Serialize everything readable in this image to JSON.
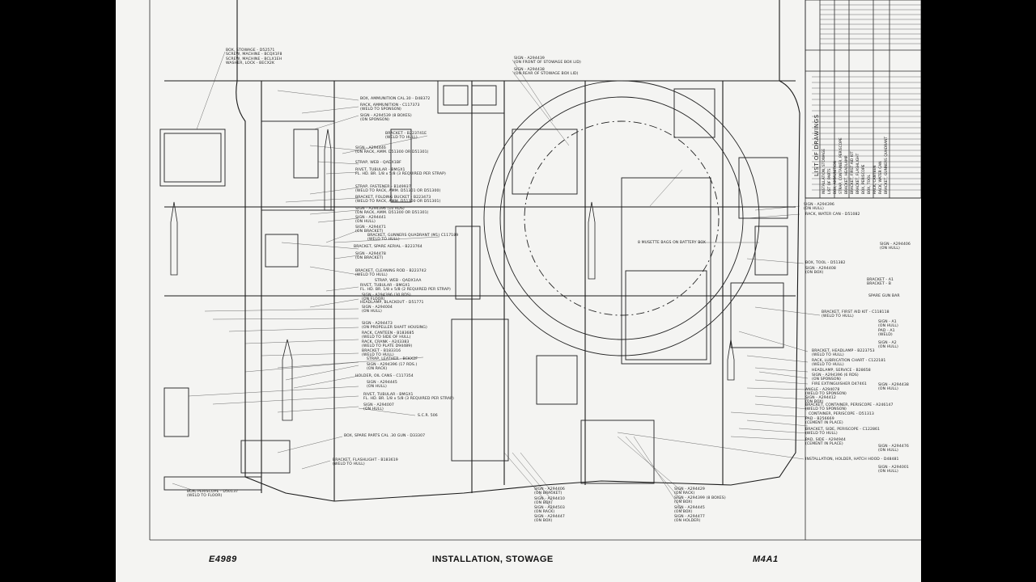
{
  "footer": {
    "drawing_number": "E4989",
    "title": "INSTALLATION, STOWAGE",
    "model": "M4A1"
  },
  "list_of_drawings": {
    "title": "LIST OF DRAWINGS",
    "entries": [
      "INSTALLATION, STOWAGE",
      "LIST OF PARTS",
      "BOX, AMMUNITION",
      "STRAP, CONTAINER, PERISCOPE",
      "BRACKET, HEADLAMP",
      "BRACKET, FIRST AID KIT",
      "BRACKET, FLASHLIGHT",
      "BOX, PERISCOPE",
      "BOX, TOOL",
      "RACK, CANTEEN",
      "RACK, WATER CAN",
      "BRACKET, GUNNERS QUADRANT"
    ]
  },
  "callouts_left": [
    "BOX, STOWAGE - D52571\nSCREW, MACHINE - BCQX1F8\nSCREW, MACHINE - BCLX1EH\nWASHER, LOCK - BECX2K",
    "BOX, AMMUNITION CAL.30 - D48372",
    "RACK, AMMUNITION - C117373\n(WELD TO SPONSON)",
    "SIGN - A294539 (8 BOXES)\n(ON SPONSON)",
    "BRACKET - B223741E\n(WELD TO HULL)",
    "SIGN - A294446\n(ON RACK, AMM. D51300 OR D51301)",
    "STRAP, WEB - QADX1BF",
    "RIVET, TUBULAR - BMGX1\nFL. HD. BR. 1/8 x 5/8 (3 REQUIRED PER STRAP)",
    "STRAP, FASTENER - B149937\n(WELD TO RACK, AMM. D51301 OR D51300)",
    "BRACKET, FOLDING BUCKET - B223473\n(WELD TO RACK, AMM. D51300 OR D51301)",
    "SIGN - A294396 (10 RDS)\n(ON RACK, AMM. D51300 OR D51301)",
    "SIGN - A294441\n(ON HULL)",
    "SIGN - A294471\n(ON BRACKET)",
    "BRACKET, GUNNERS QUADRANT (M1) C117189\n(WELD TO HULL)",
    "BRACKET, SPARE AERIAL - B223764",
    "SIGN - A294478\n(ON BRACKET)",
    "BRACKET, CLEANING ROD - B223742\n(WELD TO HULL)",
    "STRAP, WEB - QADX1AA",
    "RIVET, TUBULAR - BMGX1\nFL. HD. BR. 1/8 x 5/8 (2 REQUIRED PER STRAP)",
    "SIGN - A294396 (30 RDS)\n(ON FLOOR)",
    "HEADLAMP, BLACKOUT - D51771",
    "SIGN - A294004\n(ON HULL)",
    "SIGN - A294473\n(ON PROPELLER SHAFT HOUSING)",
    "RACK, CANTEEN - B183685\n(WELD TO SIDE OF HULL)",
    "RACK, CRANK - A243383\n(WELD TO PLATE D94489)",
    "BRACKET - B183316\n(WELD TO HULL)",
    "STRAP, LEATHER - BCKX2F",
    "SIGN - A294396 (17 RDS.)\n(ON RACK)",
    "HOLDER, OIL CANS - C117354",
    "SIGN - A294445\n(ON HULL)",
    "RIVET, TUBULAR - BMGX1\nFL. HD. BR. 1/8 x 5/8 (3 REQUIRED PER STRAP)",
    "SIGN - A294007\n(ON HULL)",
    "S.C.R. 506",
    "BOX, SPARE PARTS CAL .30 GUN - D33307",
    "BRACKET, FLASHLIGHT - B183619\n(WELD TO HULL)",
    "BOX, PERISCOPE - D50137\n(WELD TO FLOOR)"
  ],
  "callouts_top": [
    "SIGN - A294439\n(ON FRONT OF STOWAGE BOX LID)",
    "SIGN - A294438\n(ON REAR OF STOWAGE BOX LID)"
  ],
  "callouts_right": [
    "SIGN - A294396\n(ON HULL)",
    "RACK, WATER CAN - D51082",
    "8 MUSETTE BAGS ON BATTERY BOX",
    "BOX, TOOL - D51382",
    "SIGN - A294408\n(ON BOX)",
    "BRACKET, FIRST AID KIT - C118118\n(WELD TO HULL)",
    "BRACKET, HEADLAMP - B223753\n(WELD TO HULL)",
    "RACK, LUBRICATION CHART - C122181\n(WELD TO HULL)",
    "HEADLAMP, SERVICE - B28658",
    "SIGN - A294396 (6 RDS)\n(ON SPONSON)",
    "FIRE EXTINGUISHER D47461",
    "ANGLE - A294078\n(WELD TO SPONSON)",
    "SIGN - A294412\n(ON BOX)",
    "BRACKET, CONTAINER, PERISCOPE - A246147\n(WELD TO SPONSON)",
    "CONTAINER, PERISCOPE - D51313",
    "PAD - B256669\n(CEMENT IN PLACE)",
    "BRACKET, SIDE, PERISCOPE - C122861\n(WELD TO HULL)",
    "PAD, SIDE - A294944\n(CEMENT IN PLACE)",
    "INSTALLATION, HOLDER, HATCH HOOD - D48481"
  ],
  "callouts_far_right": [
    "SIGN - A294406\n(ON HULL)",
    "BRACKET - A1\nBRACKET - B",
    "SPARE GUN BAR",
    "SIGN - A1\n(ON HULL)\nPAD - A1\n(WELD)",
    "SIGN - A2\n(ON HULL)",
    "SIGN - A294438\n(ON HULL)",
    "SIGN - A294476\n(ON HULL)",
    "SIGN - A294001\n(ON HULL)"
  ],
  "callouts_bottom": [
    "SIGN - A294406\n(ON BRACKET)",
    "SIGN - A294410\n(ON BOX)",
    "SIGN - A294503\n(ON RACK)",
    "SIGN - A294447\n(ON BOX)",
    "SIGN - A294429\n(ON RACK)",
    "SIGN - A294399 (8 BOXES)\n(ON BOX)",
    "SIGN - A294445\n(ON BOX)",
    "SIGN - A294477\n(ON HOLDER)"
  ]
}
